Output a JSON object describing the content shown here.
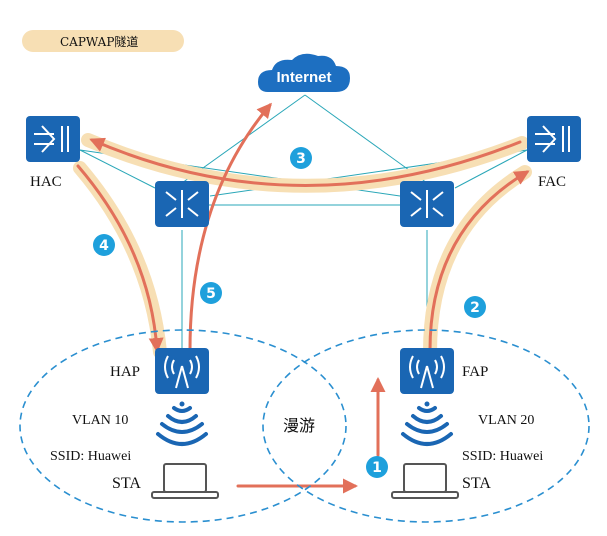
{
  "legend": {
    "label": "CAPWAP隧道"
  },
  "nodes": {
    "internet": "Internet",
    "hac": "HAC",
    "fac": "FAC",
    "hap": "HAP",
    "fap": "FAP",
    "sta_left": "STA",
    "sta_right": "STA"
  },
  "vlans": {
    "left": "VLAN 10",
    "right": "VLAN 20"
  },
  "ssids": {
    "left": "SSID: Huawei",
    "right": "SSID: Huawei"
  },
  "roam_label": "漫游",
  "steps": [
    "1",
    "2",
    "3",
    "4",
    "5"
  ],
  "colors": {
    "device_blue": "#1a66b3",
    "line": "#2aa7b8",
    "arrow": "#e2705a",
    "tunnel": "#f7dfb4",
    "badge": "#1ea0dc",
    "ellipse": "#2a8fd0",
    "cloud": "#1d6fc1"
  }
}
